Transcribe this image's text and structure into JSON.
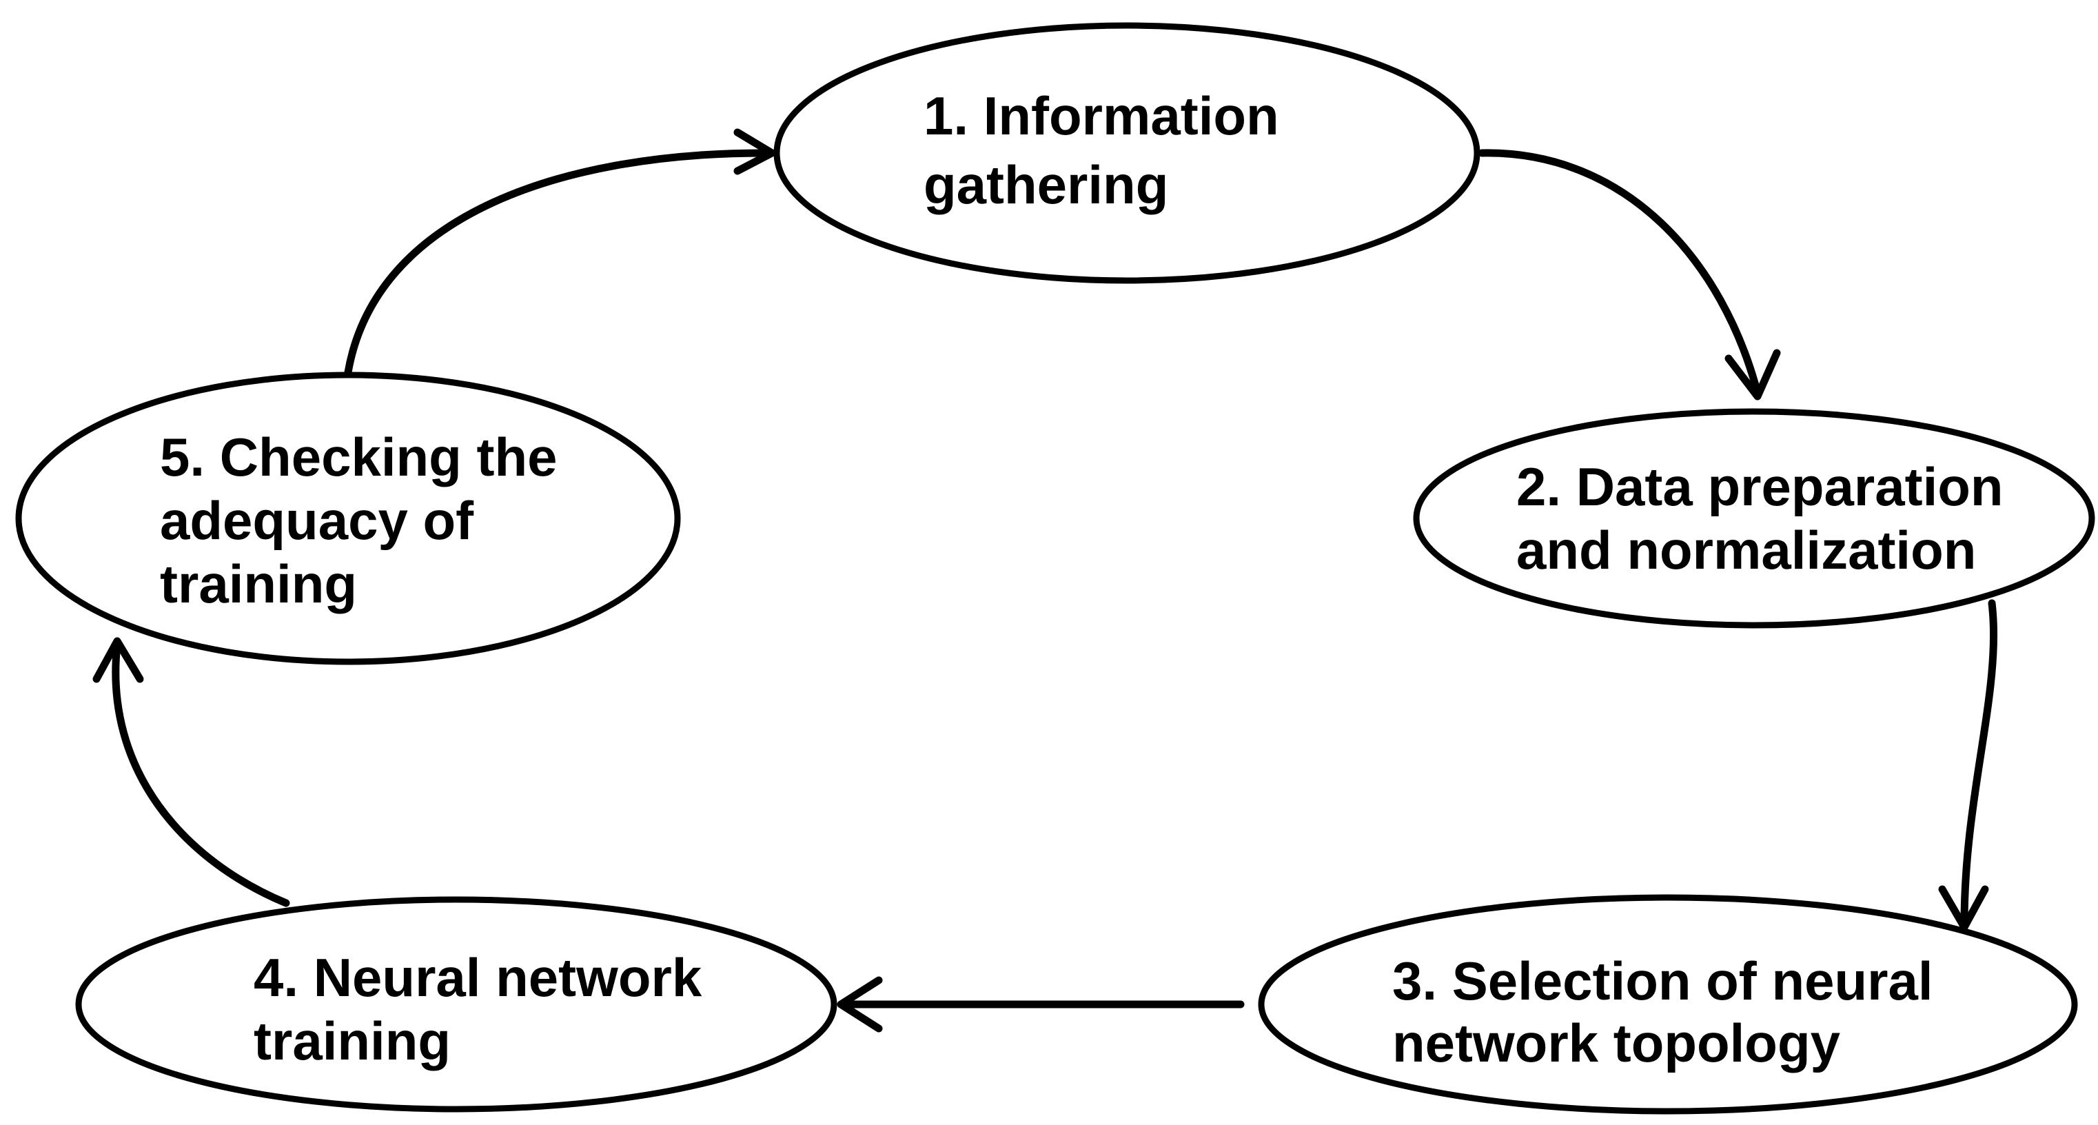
{
  "diagram": {
    "type": "cycle",
    "nodes": [
      {
        "id": "n1",
        "lines": [
          "1. Information",
          "gathering"
        ]
      },
      {
        "id": "n2",
        "lines": [
          "2. Data preparation",
          "and normalization"
        ]
      },
      {
        "id": "n3",
        "lines": [
          "3. Selection of neural",
          "network topology"
        ]
      },
      {
        "id": "n4",
        "lines": [
          "4. Neural network",
          "training"
        ]
      },
      {
        "id": "n5",
        "lines": [
          "5. Checking the",
          "adequacy of",
          "training"
        ]
      }
    ],
    "edges": [
      {
        "from": "n1",
        "to": "n2"
      },
      {
        "from": "n2",
        "to": "n3"
      },
      {
        "from": "n3",
        "to": "n4"
      },
      {
        "from": "n4",
        "to": "n5"
      },
      {
        "from": "n5",
        "to": "n1"
      }
    ]
  }
}
